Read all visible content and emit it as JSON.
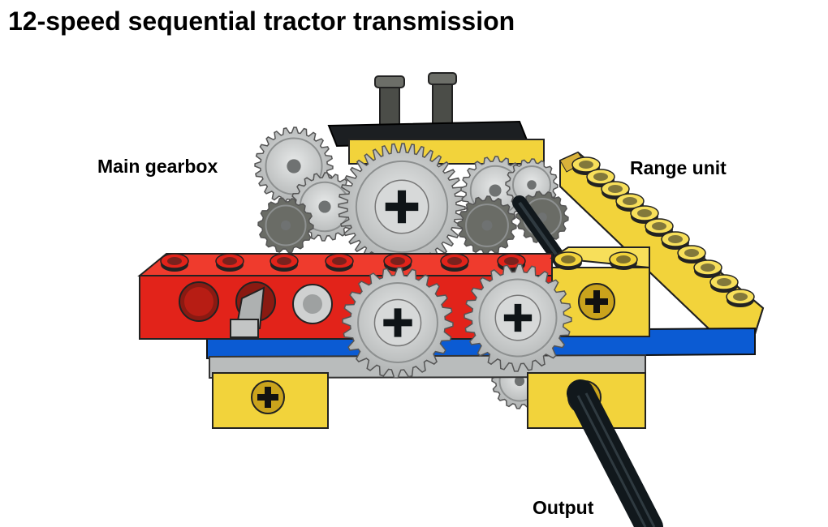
{
  "title": "12-speed sequential tractor transmission",
  "labels": {
    "main_gearbox": "Main gearbox",
    "range_unit": "Range unit",
    "output": "Output"
  },
  "colors": {
    "red": "#e2231a",
    "yellow": "#f2d33b",
    "blue": "#0b5bd3",
    "light_gray": "#b9bcbc",
    "gear_gray": "#c4c6c6",
    "dark_gray": "#595b56",
    "black": "#11181c",
    "tan": "#d9b23a"
  }
}
